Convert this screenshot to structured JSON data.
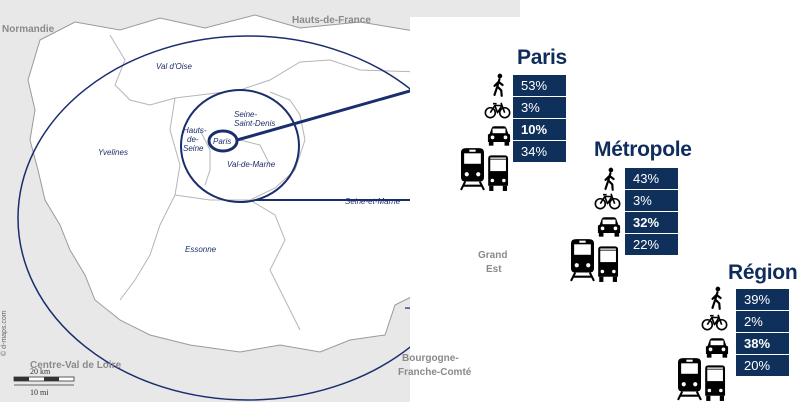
{
  "map": {
    "credit": "© d-maps.com",
    "scale_km": "20 km",
    "scale_mi": "10 mi",
    "neighbors": {
      "normandie": "Normandie",
      "hauts_de_france": "Hauts-de-France",
      "grand_est": "Grand Est",
      "bourgogne": "Bourgogne-",
      "franche_comte": "Franche-Comté",
      "centre": "Centre-Val de Loire"
    },
    "departments": {
      "val_doise": "Val d'Oise",
      "yvelines": "Yvelines",
      "essonne": "Essonne",
      "seine_et_marne": "Seine-et-Marne",
      "seine_saint_denis_1": "Seine-",
      "seine_saint_denis_2": "Saint-Denis",
      "hauts_de_seine_1": "Hauts-",
      "hauts_de_seine_2": "de-",
      "hauts_de_seine_3": "Seine",
      "val_de_marne": "Val-de-Marne",
      "paris": "Paris"
    }
  },
  "panels": {
    "paris": {
      "title": "Paris",
      "walk": "53%",
      "bike": "3%",
      "car": "10%",
      "transit": "34%"
    },
    "metropole": {
      "title": "Métropole",
      "walk": "43%",
      "bike": "3%",
      "car": "32%",
      "transit": "22%"
    },
    "region": {
      "title": "Région",
      "walk": "39%",
      "bike": "2%",
      "car": "38%",
      "transit": "20%"
    }
  },
  "icons": {
    "walk": "pedestrian-icon",
    "bike": "bicycle-icon",
    "car": "car-icon",
    "transit": "train-bus-icon"
  },
  "colors": {
    "panel_bg": "#10305c",
    "title": "#0f2d5c",
    "ellipse": "#1a2e6e",
    "map_bg": "#e8e8e8",
    "land": "#ffffff"
  }
}
